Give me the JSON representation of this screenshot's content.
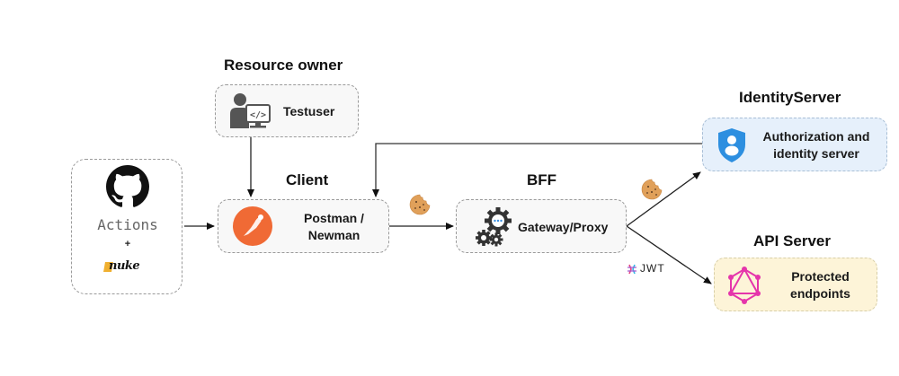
{
  "nodes": {
    "ci": {
      "label_actions": "Actions",
      "plus": "+",
      "logo_text": "nuke",
      "icons": [
        "github-icon",
        "nuke-logo"
      ]
    },
    "resource_owner": {
      "heading": "Resource owner",
      "label": "Testuser",
      "icon": "developer-user-icon"
    },
    "client": {
      "heading": "Client",
      "label_line1": "Postman /",
      "label_line2": "Newman",
      "icon": "postman-icon",
      "accent": "#f06a35"
    },
    "bff": {
      "heading": "BFF",
      "label": "Gateway/Proxy",
      "icon": "gears-icon"
    },
    "identity": {
      "heading": "IdentityServer",
      "label_line1": "Authorization and",
      "label_line2": "identity server",
      "icon": "shield-user-icon",
      "accent": "#2d8fe0",
      "fill": "#e6f0fb"
    },
    "api": {
      "heading": "API Server",
      "label_line1": "Protected",
      "label_line2": "endpoints",
      "icon": "graphql-icon",
      "accent": "#e535ab",
      "fill": "#fdf4d8"
    }
  },
  "edges": [
    {
      "from": "ci",
      "to": "client"
    },
    {
      "from": "resource_owner",
      "to": "client"
    },
    {
      "from": "identity",
      "to": "client"
    },
    {
      "from": "client",
      "to": "bff",
      "token": "cookie"
    },
    {
      "from": "bff",
      "to": "identity",
      "token": "cookie"
    },
    {
      "from": "bff",
      "to": "api",
      "token": "JWT"
    }
  ],
  "tokens": {
    "jwt_label": "JWT"
  }
}
